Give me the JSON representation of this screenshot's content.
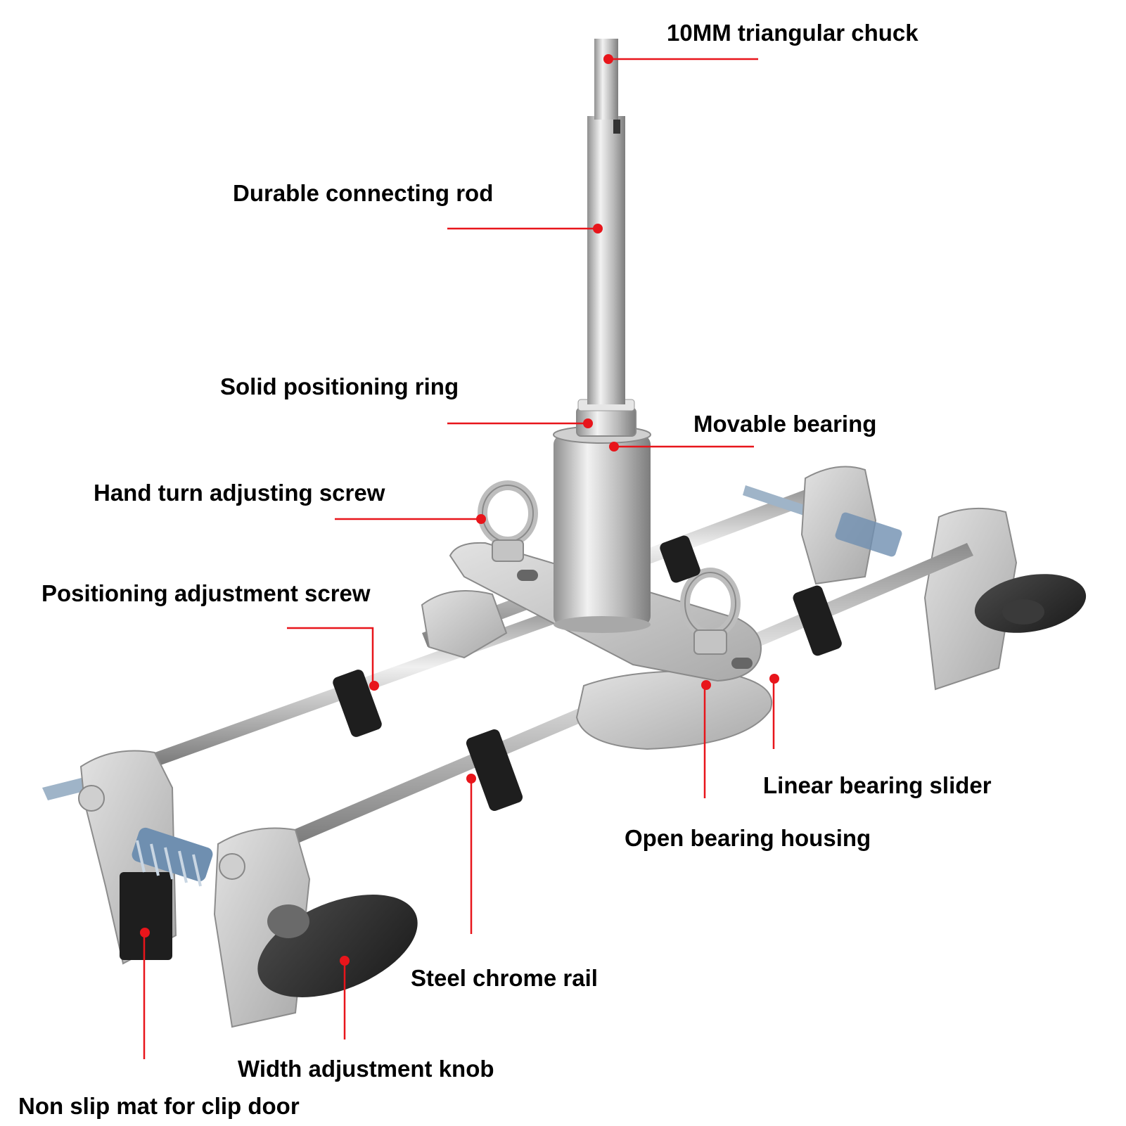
{
  "labels": {
    "chuck": "10MM triangular chuck",
    "rod": "Durable connecting rod",
    "ring": "Solid positioning ring",
    "bearing": "Movable bearing",
    "hand_screw": "Hand turn adjusting screw",
    "pos_screw": "Positioning adjustment screw",
    "slider": "Linear bearing slider",
    "housing": "Open bearing housing",
    "rail": "Steel chrome rail",
    "knob": "Width adjustment knob",
    "mat": "Non slip mat for clip door"
  },
  "colors": {
    "callout": "#e8151b",
    "metal_light": "#d8d8d8",
    "metal_mid": "#b4b4b4",
    "metal_dark": "#8c8c8c",
    "knob": "#2b2b2b",
    "spring": "#6f8fb0"
  }
}
